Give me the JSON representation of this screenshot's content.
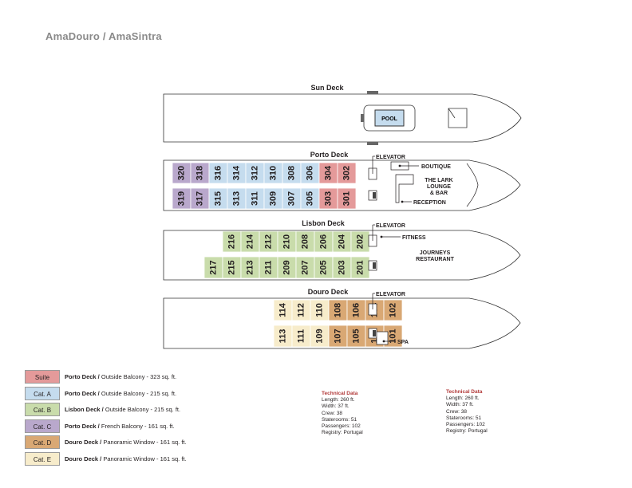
{
  "title": "AmaDouro / AmaSintra",
  "decks": {
    "sun": {
      "name": "Sun Deck",
      "pool": "POOL"
    },
    "porto": {
      "name": "Porto Deck",
      "top_cabins": [
        {
          "no": "320",
          "cat": "C"
        },
        {
          "no": "318",
          "cat": "C"
        },
        {
          "no": "316",
          "cat": "A"
        },
        {
          "no": "314",
          "cat": "A"
        },
        {
          "no": "312",
          "cat": "A"
        },
        {
          "no": "310",
          "cat": "A"
        },
        {
          "no": "308",
          "cat": "A"
        },
        {
          "no": "306",
          "cat": "A"
        },
        {
          "no": "304",
          "cat": "S"
        },
        {
          "no": "302",
          "cat": "S"
        }
      ],
      "bottom_cabins": [
        {
          "no": "319",
          "cat": "C"
        },
        {
          "no": "317",
          "cat": "C"
        },
        {
          "no": "315",
          "cat": "A"
        },
        {
          "no": "313",
          "cat": "A"
        },
        {
          "no": "311",
          "cat": "A"
        },
        {
          "no": "309",
          "cat": "A"
        },
        {
          "no": "307",
          "cat": "A"
        },
        {
          "no": "305",
          "cat": "A"
        },
        {
          "no": "303",
          "cat": "S"
        },
        {
          "no": "301",
          "cat": "S"
        }
      ],
      "elevator": "ELEVATOR",
      "boutique": "BOUTIQUE",
      "lounge": [
        "THE LARK",
        "LOUNGE",
        "& BAR"
      ],
      "reception": "RECEPTION"
    },
    "lisbon": {
      "name": "Lisbon Deck",
      "top_cabins": [
        {
          "no": "216",
          "cat": "B"
        },
        {
          "no": "214",
          "cat": "B"
        },
        {
          "no": "212",
          "cat": "B"
        },
        {
          "no": "210",
          "cat": "B"
        },
        {
          "no": "208",
          "cat": "B"
        },
        {
          "no": "206",
          "cat": "B"
        },
        {
          "no": "204",
          "cat": "B"
        },
        {
          "no": "202",
          "cat": "B"
        }
      ],
      "bottom_cabins": [
        {
          "no": "217",
          "cat": "B"
        },
        {
          "no": "215",
          "cat": "B"
        },
        {
          "no": "213",
          "cat": "B"
        },
        {
          "no": "211",
          "cat": "B"
        },
        {
          "no": "209",
          "cat": "B"
        },
        {
          "no": "207",
          "cat": "B"
        },
        {
          "no": "205",
          "cat": "B"
        },
        {
          "no": "203",
          "cat": "B"
        },
        {
          "no": "201",
          "cat": "B"
        }
      ],
      "elevator": "ELEVATOR",
      "fitness": "FITNESS",
      "restaurant": [
        "JOURNEYS",
        "RESTAURANT"
      ]
    },
    "douro": {
      "name": "Douro Deck",
      "top_cabins": [
        {
          "no": "114",
          "cat": "E"
        },
        {
          "no": "112",
          "cat": "E"
        },
        {
          "no": "110",
          "cat": "E"
        },
        {
          "no": "108",
          "cat": "D"
        },
        {
          "no": "106",
          "cat": "D"
        },
        {
          "no": "104",
          "cat": "D"
        },
        {
          "no": "102",
          "cat": "D"
        }
      ],
      "bottom_cabins": [
        {
          "no": "113",
          "cat": "E"
        },
        {
          "no": "111",
          "cat": "E"
        },
        {
          "no": "109",
          "cat": "E"
        },
        {
          "no": "107",
          "cat": "D"
        },
        {
          "no": "105",
          "cat": "D"
        },
        {
          "no": "103",
          "cat": "D"
        },
        {
          "no": "101",
          "cat": "D"
        }
      ],
      "elevator": "ELEVATOR",
      "spa": "SPA"
    }
  },
  "colors": {
    "S": "#e49a9a",
    "A": "#c5dcee",
    "B": "#c9dcab",
    "C": "#b9a8cc",
    "D": "#d9a874",
    "E": "#f7eccb"
  },
  "legend": [
    {
      "cat": "S",
      "label": "Suite",
      "deck": "Porto Deck /",
      "desc": "Outside Balcony - 323 sq. ft."
    },
    {
      "cat": "A",
      "label": "Cat. A",
      "deck": "Porto Deck /",
      "desc": "Outside Balcony - 215 sq. ft."
    },
    {
      "cat": "B",
      "label": "Cat. B",
      "deck": "Lisbon Deck /",
      "desc": "Outside Balcony - 215 sq. ft."
    },
    {
      "cat": "C",
      "label": "Cat. C",
      "deck": "Porto Deck /",
      "desc": "French Balcony - 161 sq. ft."
    },
    {
      "cat": "D",
      "label": "Cat. D",
      "deck": "Douro Deck /",
      "desc": "Panoramic Window - 161 sq. ft."
    },
    {
      "cat": "E",
      "label": "Cat. E",
      "deck": "Douro Deck /",
      "desc": "Panoramic Window - 161 sq. ft."
    }
  ],
  "technical": [
    {
      "heading": "Technical Data",
      "lines": [
        "Length: 260 ft.",
        "Width: 37 ft.",
        "Crew: 38",
        "Staterooms: 51",
        "Passengers: 102",
        "Registry: Portugal"
      ]
    },
    {
      "heading": "Technical Data",
      "lines": [
        "Length: 260 ft.",
        "Width: 37 ft.",
        "Crew: 38",
        "Staterooms: 51",
        "Passengers: 102",
        "Registry: Portugal"
      ]
    }
  ]
}
